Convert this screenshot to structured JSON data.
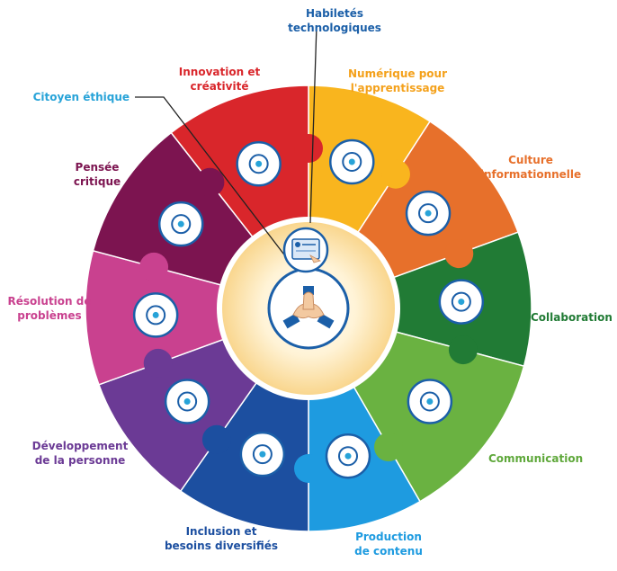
{
  "segments": [
    {
      "id": "habiletes",
      "lines": [
        "Habiletés",
        "technologiques"
      ],
      "color": "#1b5fa8",
      "icon": "website-touch-icon"
    },
    {
      "id": "numerique",
      "lines": [
        "Numérique pour",
        "l'apprentissage"
      ],
      "color": "#f9b51e",
      "icon": "laptop-learning-icon"
    },
    {
      "id": "culture",
      "lines": [
        "Culture",
        "informationnelle"
      ],
      "color": "#e7702b",
      "icon": "document-search-icon"
    },
    {
      "id": "collaboration",
      "lines": [
        "Collaboration"
      ],
      "color": "#217b35",
      "icon": "team-network-icon"
    },
    {
      "id": "communication",
      "lines": [
        "Communication"
      ],
      "color": "#6ab241",
      "icon": "chat-screen-icon"
    },
    {
      "id": "production",
      "lines": [
        "Production",
        "de contenu"
      ],
      "color": "#1e9be0",
      "icon": "video-editor-icon"
    },
    {
      "id": "inclusion",
      "lines": [
        "Inclusion et",
        "besoins diversifiés"
      ],
      "color": "#1c4fa0",
      "icon": "circular-arrows-icon"
    },
    {
      "id": "developpement",
      "lines": [
        "Développement",
        "de la personne"
      ],
      "color": "#6b3a95",
      "icon": "cloud-devices-icon"
    },
    {
      "id": "resolution",
      "lines": [
        "Résolution de",
        "problèmes"
      ],
      "color": "#c9418f",
      "icon": "target-icon"
    },
    {
      "id": "pensee",
      "lines": [
        "Pensée",
        "critique"
      ],
      "color": "#7c1450",
      "icon": "brain-question-icon"
    },
    {
      "id": "innovation",
      "lines": [
        "Innovation et",
        "créativité"
      ],
      "color": "#d9262b",
      "icon": "lightbulb-icon"
    },
    {
      "id": "citoyen",
      "lines": [
        "Citoyen éthique"
      ],
      "color": "#27a3d8",
      "icon": "handshake-icon"
    }
  ]
}
